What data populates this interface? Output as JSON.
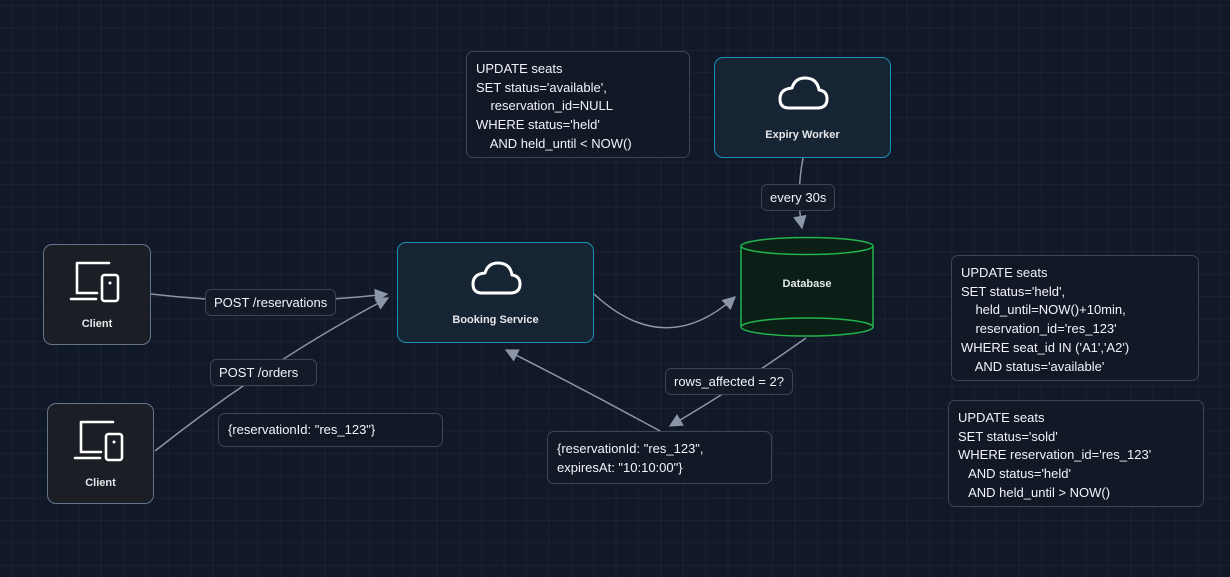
{
  "colors": {
    "background": "#111827",
    "service_border": "#1d8fb3",
    "database_border": "#22b34b",
    "database_fill": "#0c1f17",
    "edge": "#8b96a8"
  },
  "nodes": {
    "client_top": {
      "label": "Client",
      "icon": "devices-icon"
    },
    "client_bottom": {
      "label": "Client",
      "icon": "devices-icon"
    },
    "booking_service": {
      "label": "Booking Service",
      "icon": "cloud-icon"
    },
    "expiry_worker": {
      "label": "Expiry Worker",
      "icon": "cloud-icon"
    },
    "database": {
      "label": "Database",
      "icon": "cylinder-icon"
    }
  },
  "edge_labels": {
    "post_reservations": "POST /reservations",
    "post_orders": "POST /orders",
    "every_30s": "every 30s",
    "rows_affected": "rows_affected = 2?"
  },
  "notes": {
    "expiry_sql": "UPDATE seats\nSET status='available',\n    reservation_id=NULL\nWHERE status='held'\n    AND held_until < NOW()",
    "hold_sql": "UPDATE seats\nSET status='held',\n    held_until=NOW()+10min,\n    reservation_id='res_123'\nWHERE seat_id IN ('A1','A2')\n    AND status='available'",
    "sold_sql": "UPDATE seats\nSET status='sold'\nWHERE reservation_id='res_123'\n   AND status='held'\n   AND held_until > NOW()",
    "order_payload": "{reservationId: \"res_123\"}",
    "reservation_response": "{reservationId: \"res_123\",\nexpiresAt: \"10:10:00\"}"
  }
}
